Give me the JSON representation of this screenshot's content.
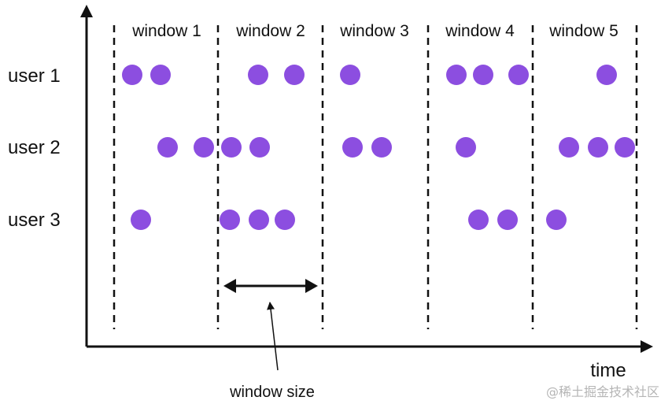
{
  "colors": {
    "dot": "#8c4ee0",
    "line": "#111111"
  },
  "windows": [
    {
      "label": "window 1"
    },
    {
      "label": "window 2"
    },
    {
      "label": "window 3"
    },
    {
      "label": "window 4"
    },
    {
      "label": "window 5"
    }
  ],
  "users": [
    {
      "label": "user 1"
    },
    {
      "label": "user 2"
    },
    {
      "label": "user 3"
    }
  ],
  "axis": {
    "x_label": "time"
  },
  "annotation": {
    "label": "window size"
  },
  "watermark": "@稀土掘金技术社区"
}
